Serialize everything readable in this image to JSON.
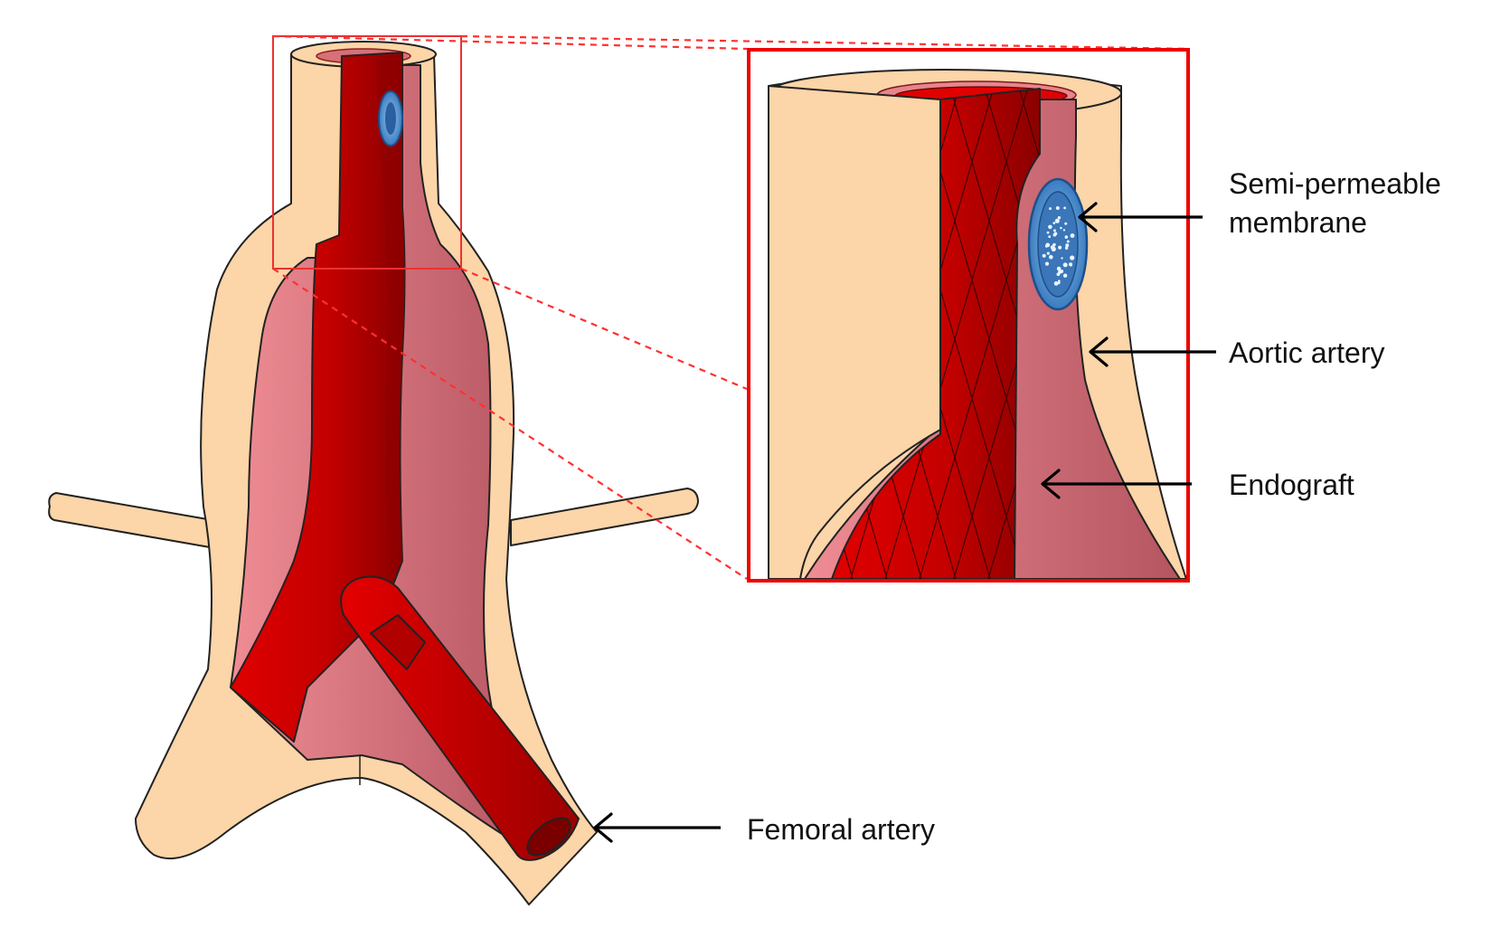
{
  "labels": {
    "membrane_line1": "Semi-permeable",
    "membrane_line2": "membrane",
    "aortic": "Aortic artery",
    "endograft": "Endograft",
    "femoral": "Femoral artery"
  },
  "colors": {
    "tissue": "#fcd5a8",
    "lumen_pink": "#e8848c",
    "lumen_dark": "#b95a64",
    "graft_red": "#d80000",
    "graft_dark": "#a00000",
    "membrane_blue": "#4a8fd0",
    "zoom_box": "#ee0000"
  }
}
